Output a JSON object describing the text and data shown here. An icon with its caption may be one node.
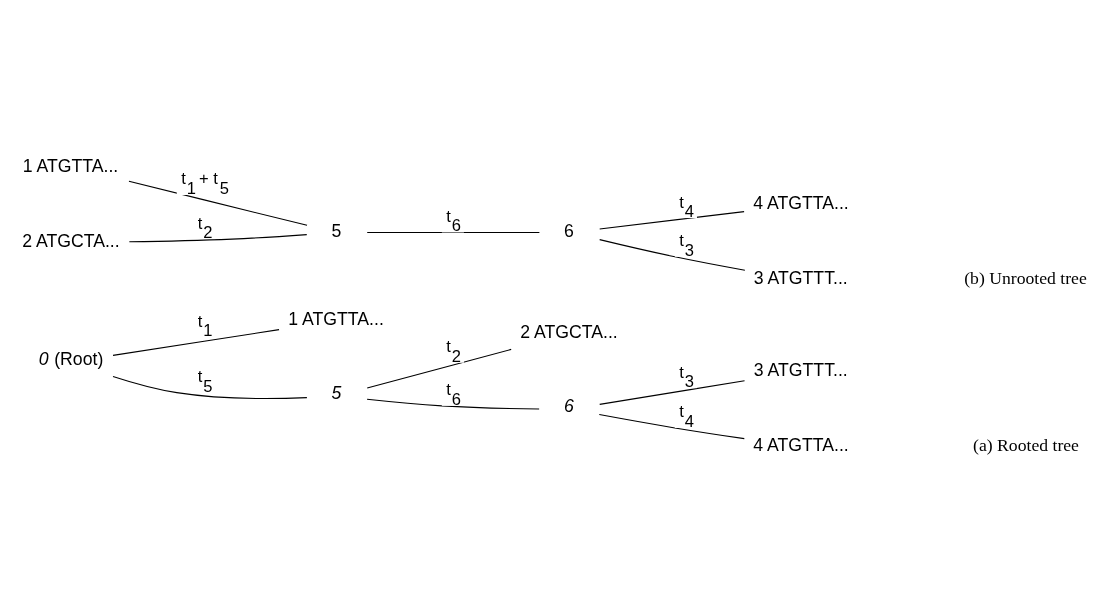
{
  "diagram": {
    "nodes": [
      {
        "text": [
          "*0* (Root)"
        ]
      },
      {
        "text": [
          "1 ATGTTA..."
        ]
      },
      {
        "text": [
          "5"
        ]
      },
      {
        "text": [
          "2 ATGCTA..."
        ]
      },
      {
        "text": [
          "6"
        ]
      },
      {
        "text": [
          "3 ATGTTT..."
        ]
      },
      {
        "text": [
          "4 ATGTTA..."
        ]
      },
      {
        "text": [
          "1 ATGTTA..."
        ]
      },
      {
        "text": [
          "2 ATGCTA..."
        ]
      },
      {
        "text": [
          "5"
        ]
      },
      {
        "text": [
          "6"
        ]
      },
      {
        "text": [
          "4 ATGTTA..."
        ]
      },
      {
        "text": [
          "3 ATGTTT..."
        ]
      }
    ],
    "edges": [
      {
        "from": 0,
        "to": 1,
        "arrow": "none",
        "label": "t$_{1}$"
      },
      {
        "from": 0,
        "to": 2,
        "arrow": "none",
        "label": "t$_{5}$"
      },
      {
        "from": 2,
        "to": 3,
        "arrow": "none",
        "label": "t$_{2}$"
      },
      {
        "from": 2,
        "to": 4,
        "arrow": "none",
        "label": "t$_{6}$"
      },
      {
        "from": 4,
        "to": 5,
        "arrow": "none",
        "label": "t$_{3}$"
      },
      {
        "from": 4,
        "to": 6,
        "arrow": "none",
        "label": "t$_{4}$"
      },
      {
        "from": 7,
        "to": 9,
        "arrow": "none",
        "label": "t$_{1}$ + t$_{5}$"
      },
      {
        "from": 8,
        "to": 9,
        "arrow": "none",
        "label": "t$_{2}$"
      },
      {
        "from": 9,
        "to": 10,
        "arrow": "none",
        "label": "t$_{6}$"
      },
      {
        "from": 10,
        "to": 11,
        "arrow": "none",
        "label": "t$_{4}$"
      },
      {
        "from": 10,
        "to": 12,
        "arrow": "none",
        "label": "t$_{3}$"
      }
    ],
    "labels": [
      "(a) Rooted tree",
      "(b) Unrooted tree"
    ]
  }
}
